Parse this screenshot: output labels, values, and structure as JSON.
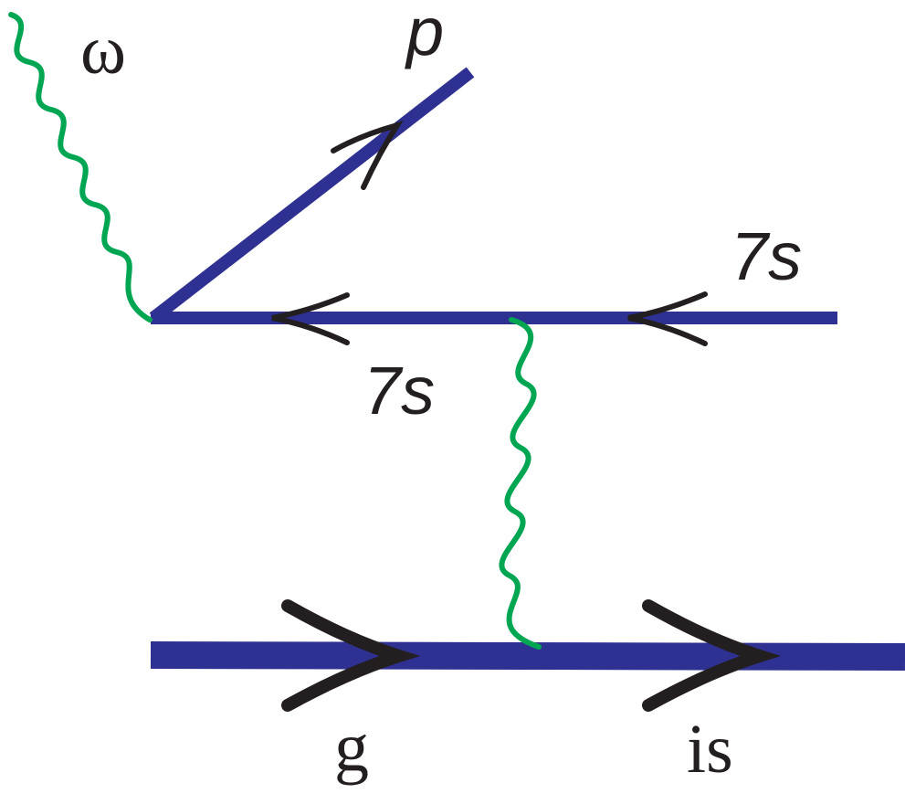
{
  "diagram": {
    "labels": {
      "photon_label": "ω",
      "outgoing_label": "p",
      "upper_right_label": "7s",
      "upper_middle_label": "7s",
      "lower_left_label": "g",
      "lower_right_label": "is"
    },
    "colors": {
      "fermion_line": "#2e3192",
      "photon": "#00a651",
      "arrow": "#231f20",
      "text": "#231f20"
    }
  }
}
